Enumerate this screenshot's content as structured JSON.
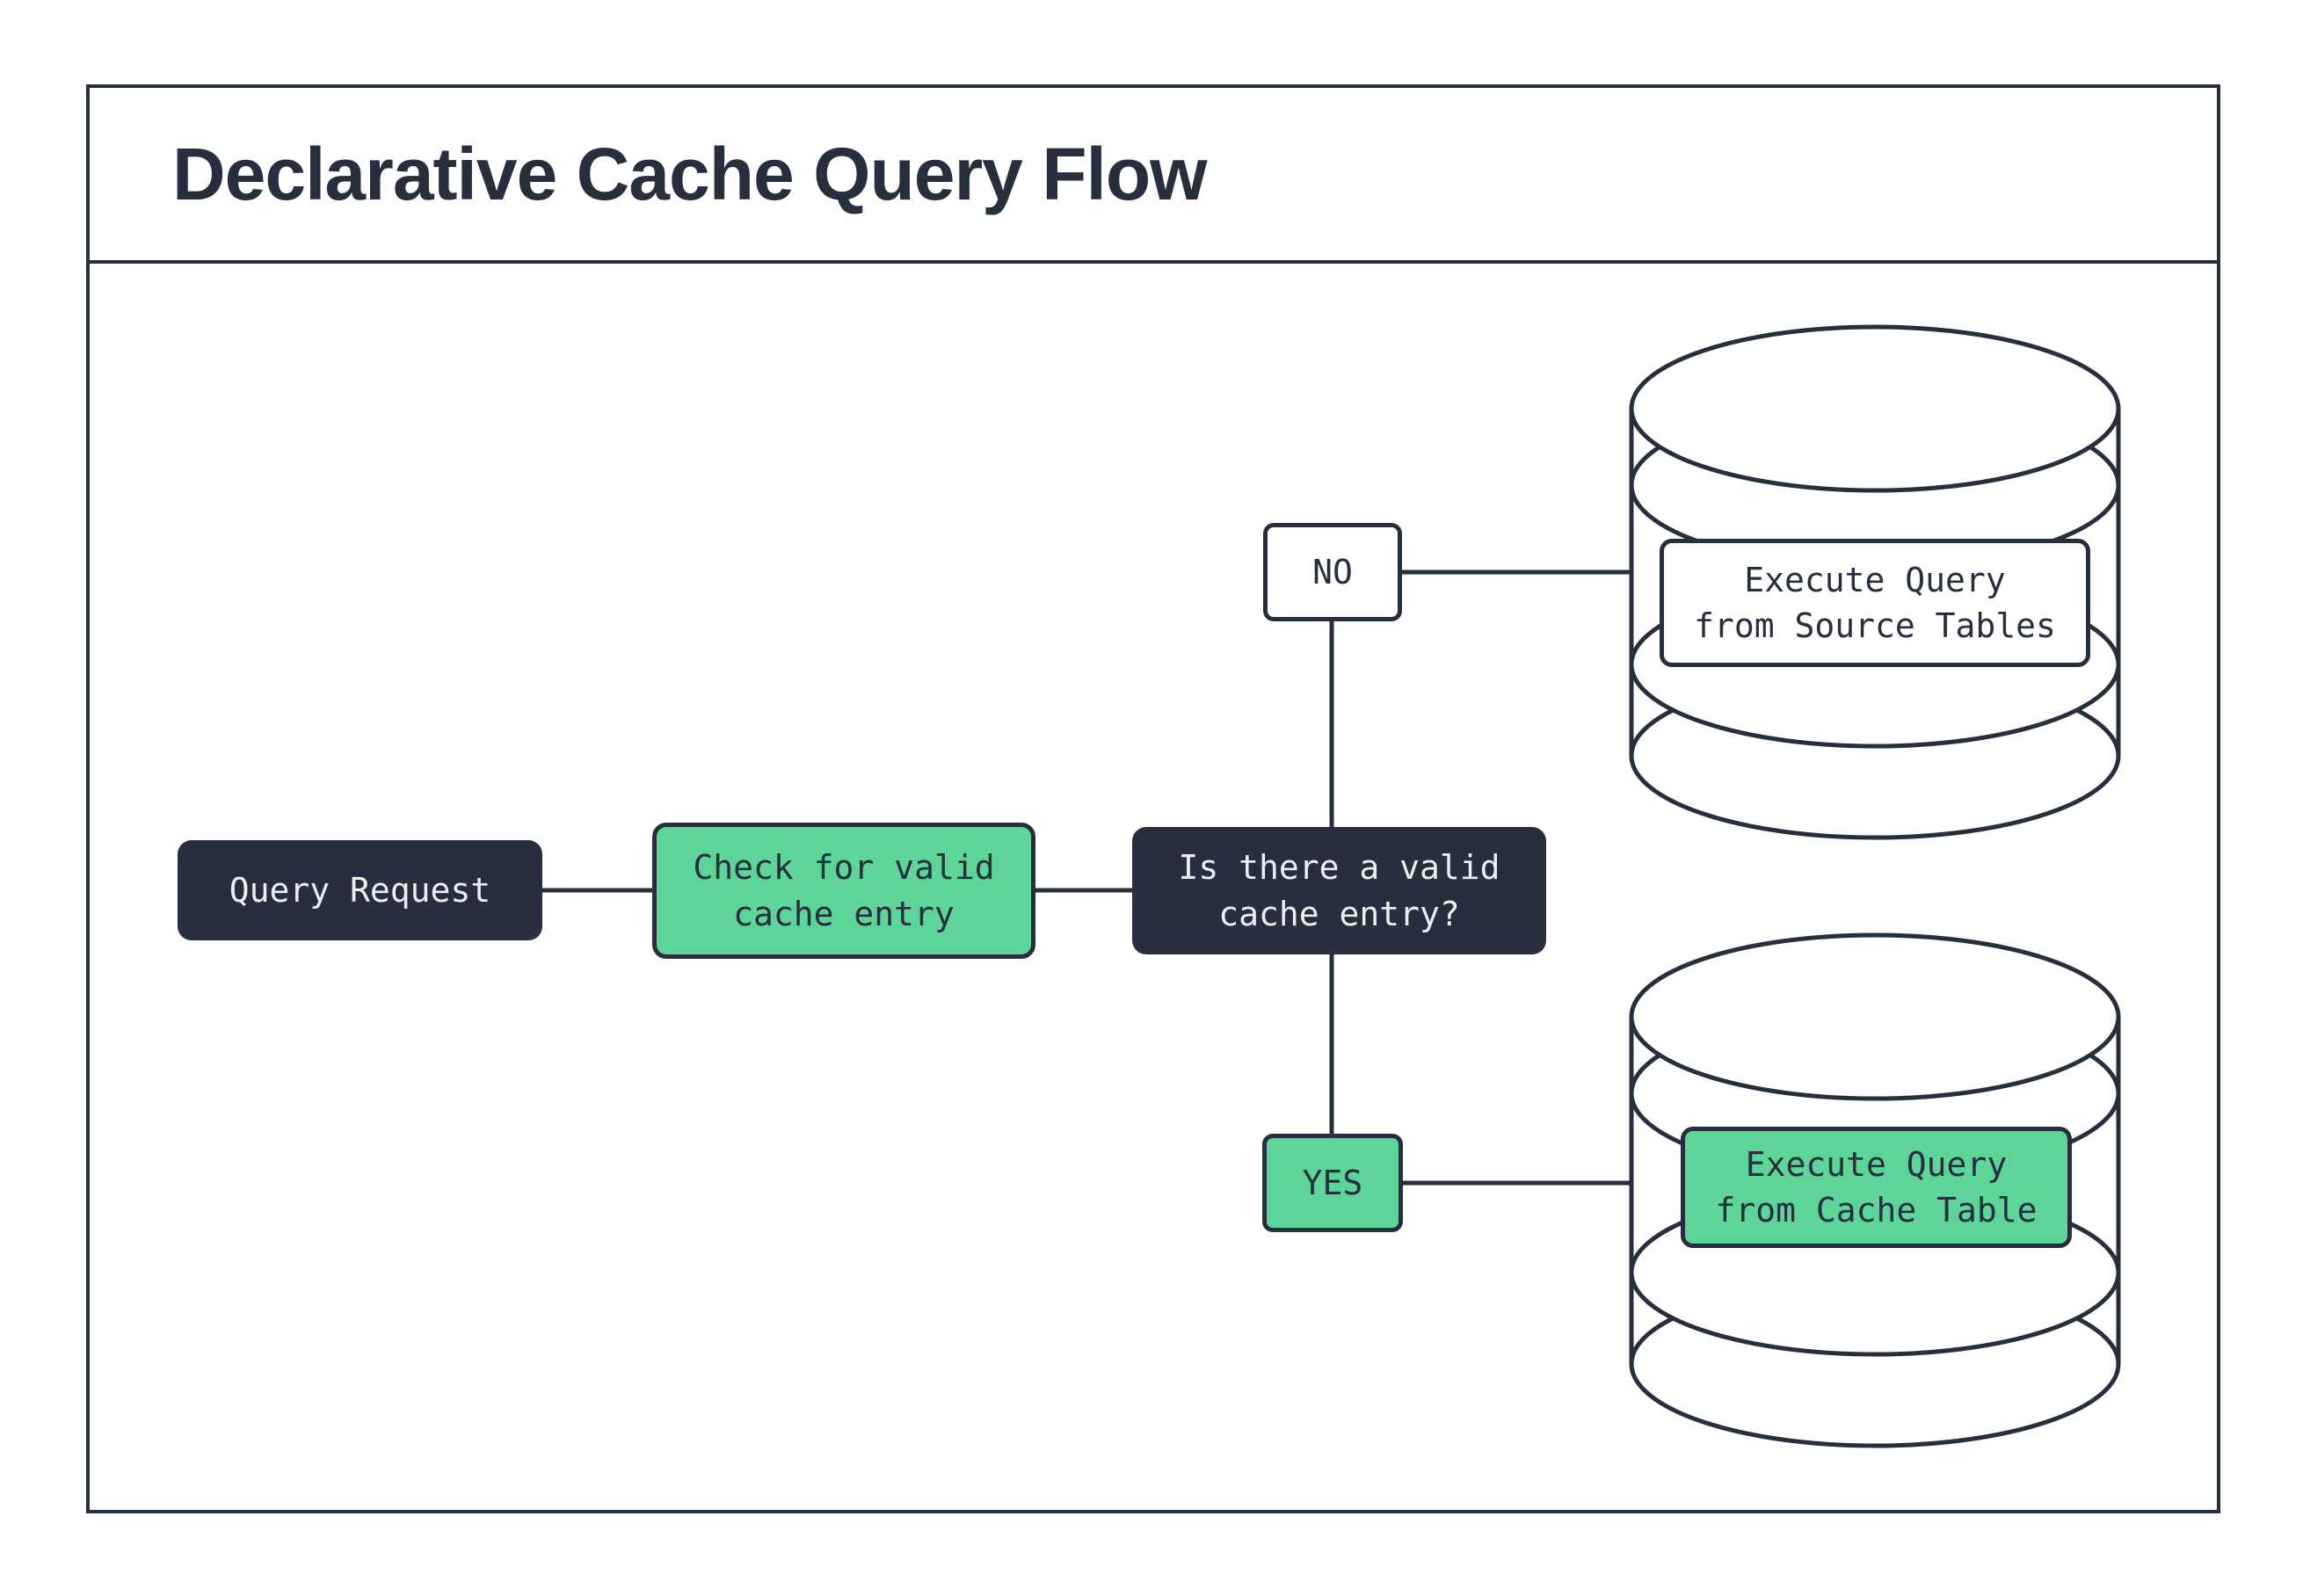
{
  "title": "Declarative Cache Query Flow",
  "palette": {
    "ink": "#272e3e",
    "green": "#5dd598",
    "paper": "#ffffff",
    "light_text": "#edeef0"
  },
  "flow": {
    "start": {
      "label": "Query Request"
    },
    "check": {
      "label": "Check for valid\ncache entry"
    },
    "decision": {
      "label": "Is there a valid\ncache entry?"
    },
    "branch_no": {
      "label": "NO"
    },
    "branch_yes": {
      "label": "YES"
    },
    "source_db": {
      "label": "Execute Query\nfrom Source Tables"
    },
    "cache_db": {
      "label": "Execute Query\nfrom Cache Table"
    }
  }
}
